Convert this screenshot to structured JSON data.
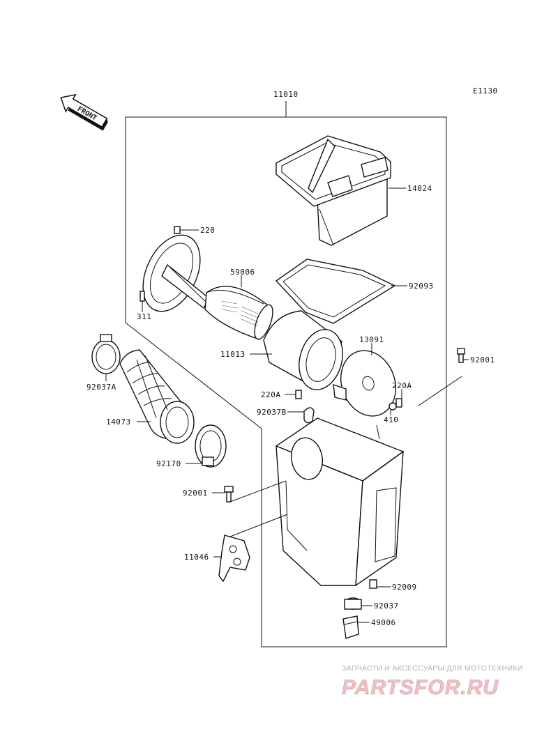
{
  "diagram": {
    "code": "E1130",
    "direction": "FRONT",
    "parts": [
      {
        "id": "p-11010",
        "number": "11010"
      },
      {
        "id": "p-14024",
        "number": "14024"
      },
      {
        "id": "p-220",
        "number": "220"
      },
      {
        "id": "p-59006",
        "number": "59006"
      },
      {
        "id": "p-92093",
        "number": "92093"
      },
      {
        "id": "p-311",
        "number": "311"
      },
      {
        "id": "p-11013",
        "number": "11013"
      },
      {
        "id": "p-13091",
        "number": "13091"
      },
      {
        "id": "p-92001-right",
        "number": "92001"
      },
      {
        "id": "p-92037a",
        "number": "92037A"
      },
      {
        "id": "p-220a-left",
        "number": "220A"
      },
      {
        "id": "p-220a-right",
        "number": "220A"
      },
      {
        "id": "p-92037b",
        "number": "92037B"
      },
      {
        "id": "p-410",
        "number": "410"
      },
      {
        "id": "p-14073",
        "number": "14073"
      },
      {
        "id": "p-92170",
        "number": "92170"
      },
      {
        "id": "p-92001-left",
        "number": "92001"
      },
      {
        "id": "p-11046",
        "number": "11046"
      },
      {
        "id": "p-92009",
        "number": "92009"
      },
      {
        "id": "p-92037",
        "number": "92037"
      },
      {
        "id": "p-49006",
        "number": "49006"
      }
    ]
  },
  "watermark": {
    "tagline": "ЗАПЧАСТИ И АКСЕССУАРЫ ДЛЯ МОТОТЕХНИКИ",
    "brand": "PARTSFOR.RU"
  }
}
